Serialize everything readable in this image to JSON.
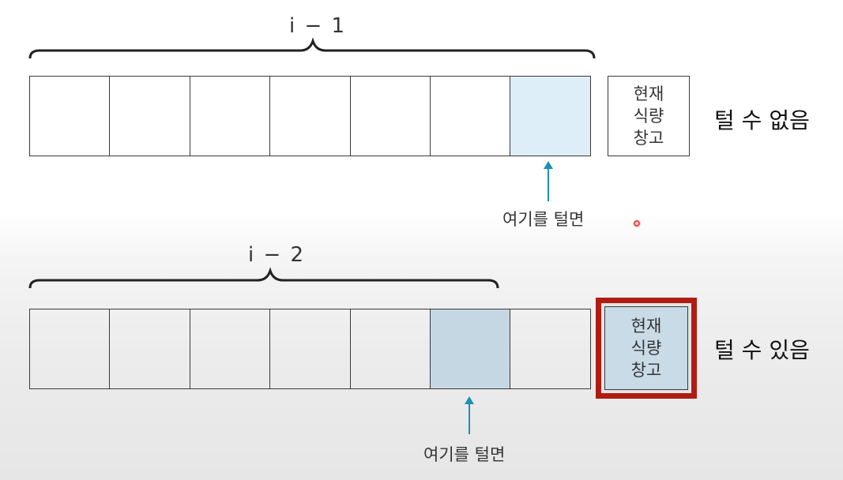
{
  "top": {
    "brace_label": "i − 1",
    "cells": 7,
    "highlighted_index": 6,
    "highlight_color": "#deeef9",
    "storage": [
      "현재",
      "식량",
      "창고"
    ],
    "arrow_caption": "여기를 털면",
    "status": "털 수 없음"
  },
  "bottom": {
    "brace_label": "i − 2",
    "cells": 7,
    "highlighted_index": 5,
    "highlight_color": "#c5d7e3",
    "storage": [
      "현재",
      "식량",
      "창고"
    ],
    "arrow_caption": "여기를 털면",
    "status": "털 수 있음",
    "storage_border_color": "#b01c12"
  },
  "arrow_color": "#1b8fb5",
  "marker_color": "#e5342b"
}
